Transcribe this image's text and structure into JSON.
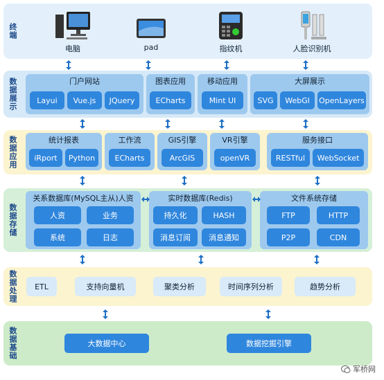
{
  "terminal": {
    "label": "终端",
    "devices": [
      "电脑",
      "pad",
      "指纹机",
      "人脸识别机"
    ]
  },
  "display": {
    "label": "数据展示",
    "groups": [
      {
        "title": "门户网站",
        "items": [
          "Layui",
          "Vue.js",
          "JQuery"
        ]
      },
      {
        "title": "图表应用",
        "items": [
          "ECharts"
        ]
      },
      {
        "title": "移动应用",
        "items": [
          "Mint UI"
        ]
      },
      {
        "title": "大屏展示",
        "items": [
          "SVG",
          "WebGl",
          "OpenLayers"
        ]
      }
    ]
  },
  "app": {
    "label": "数据应用",
    "groups": [
      {
        "title": "统计报表",
        "items": [
          "iRport",
          "Python"
        ]
      },
      {
        "title": "工作流",
        "items": [
          "ECharts"
        ]
      },
      {
        "title": "GIS引擎",
        "items": [
          "ArcGIS"
        ]
      },
      {
        "title": "VR引擎",
        "items": [
          "openVR"
        ]
      },
      {
        "title": "服务接口",
        "items": [
          "RESTful",
          "WebSocket"
        ]
      }
    ]
  },
  "storage": {
    "label": "数据存储",
    "groups": [
      {
        "title": "关系数据库(MySQL主从)人资",
        "items": [
          "人资",
          "业务",
          "系统",
          "日志"
        ]
      },
      {
        "title": "实时数据库(Redis)",
        "items": [
          "持久化",
          "HASH",
          "消息订阅",
          "消息通知"
        ]
      },
      {
        "title": "文件系统存储",
        "items": [
          "FTP",
          "HTTP",
          "P2P",
          "CDN"
        ]
      }
    ]
  },
  "process": {
    "label": "数据处理",
    "items": [
      "ETL",
      "支持向量机",
      "聚类分析",
      "时间序列分析",
      "趋势分析"
    ]
  },
  "base": {
    "label": "数据基础",
    "items": [
      "大数据中心",
      "数据挖掘引擎"
    ]
  },
  "watermark": "军桥网",
  "colors": {
    "terminal_bg": "#e3f0fb",
    "display_bg": "#d6e9f8",
    "app_bg": "#fbf4cf",
    "storage_bg": "#d6efd8",
    "process_bg": "#fbf4cf",
    "base_bg": "#cdebc9",
    "button": "#2f86dd",
    "group": "#9ec9ee"
  }
}
